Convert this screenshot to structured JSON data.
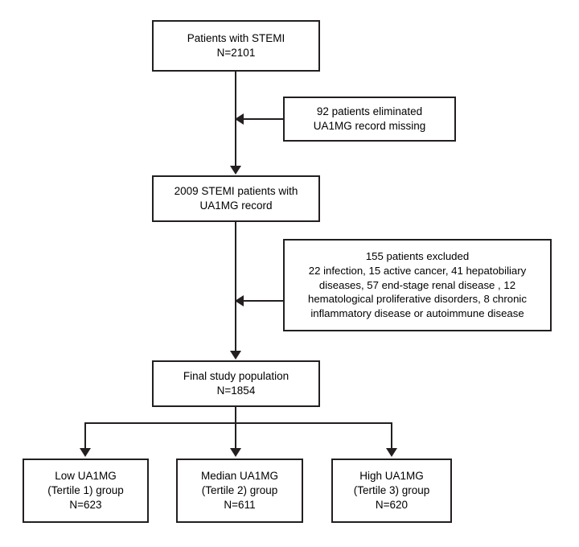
{
  "diagram": {
    "title": "STEMI patient selection flowchart",
    "type": "flowchart",
    "accent_color": "#231f20",
    "background_color": "#ffffff",
    "nodes": {
      "cohort_initial": {
        "line1": "Patients with STEMI",
        "line2": "N=2101"
      },
      "excluded_missing": {
        "line1": "92 patients eliminated",
        "line2": "UA1MG record missing"
      },
      "cohort_with_record": {
        "line1": "2009 STEMI patients with",
        "line2": "UA1MG record"
      },
      "excluded_criteria": {
        "line1": "155 patients excluded",
        "line2": "22 infection, 15 active cancer, 41 hepatobiliary",
        "line3": "diseases, 57 end-stage renal disease , 12",
        "line4": "hematological proliferative disorders, 8 chronic",
        "line5": "inflammatory disease or autoimmune disease"
      },
      "final_population": {
        "line1": "Final study population",
        "line2": "N=1854"
      },
      "group_low": {
        "line1": "Low UA1MG",
        "line2": "(Tertile 1) group",
        "line3": "N=623"
      },
      "group_median": {
        "line1": "Median UA1MG",
        "line2": "(Tertile 2) group",
        "line3": "N=611"
      },
      "group_high": {
        "line1": "High UA1MG",
        "line2": "(Tertile 3) group",
        "line3": "N=620"
      }
    }
  }
}
